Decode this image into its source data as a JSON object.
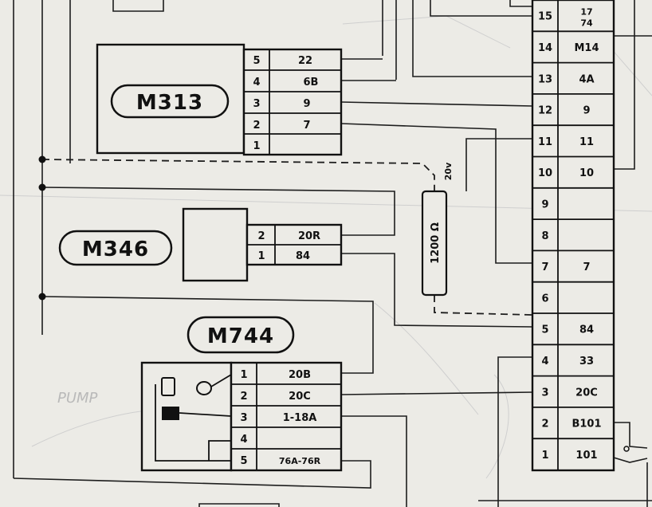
{
  "components": {
    "m313": {
      "name": "M313",
      "pins": [
        {
          "pin": "5",
          "wire": "22"
        },
        {
          "pin": "4",
          "wire": "6B"
        },
        {
          "pin": "3",
          "wire": "9"
        },
        {
          "pin": "2",
          "wire": "7"
        },
        {
          "pin": "1",
          "wire": ""
        }
      ]
    },
    "m346": {
      "name": "M346",
      "pins": [
        {
          "pin": "2",
          "wire": "20R"
        },
        {
          "pin": "1",
          "wire": "84"
        }
      ]
    },
    "m744": {
      "name": "M744",
      "pins": [
        {
          "pin": "1",
          "wire": "20B"
        },
        {
          "pin": "2",
          "wire": "20C"
        },
        {
          "pin": "3",
          "wire": "1-18A"
        },
        {
          "pin": "4",
          "wire": ""
        },
        {
          "pin": "5",
          "wire": "76A-76R"
        }
      ]
    }
  },
  "terminal_strip": [
    {
      "pin": "15",
      "wire": "17\n74"
    },
    {
      "pin": "14",
      "wire": "M14"
    },
    {
      "pin": "13",
      "wire": "4A"
    },
    {
      "pin": "12",
      "wire": "9"
    },
    {
      "pin": "11",
      "wire": "11"
    },
    {
      "pin": "10",
      "wire": "10"
    },
    {
      "pin": "9",
      "wire": ""
    },
    {
      "pin": "8",
      "wire": ""
    },
    {
      "pin": "7",
      "wire": "7"
    },
    {
      "pin": "6",
      "wire": ""
    },
    {
      "pin": "5",
      "wire": "84"
    },
    {
      "pin": "4",
      "wire": "33"
    },
    {
      "pin": "3",
      "wire": "20C"
    },
    {
      "pin": "2",
      "wire": "B101"
    },
    {
      "pin": "1",
      "wire": "101"
    }
  ],
  "resistor": {
    "value": "1200 Ω",
    "voltage": "20v"
  },
  "annotations": {
    "pump": "PUMP"
  },
  "colors": {
    "ink": "#111111",
    "paper": "#ecebe6",
    "faint": "#b9b9b9"
  }
}
